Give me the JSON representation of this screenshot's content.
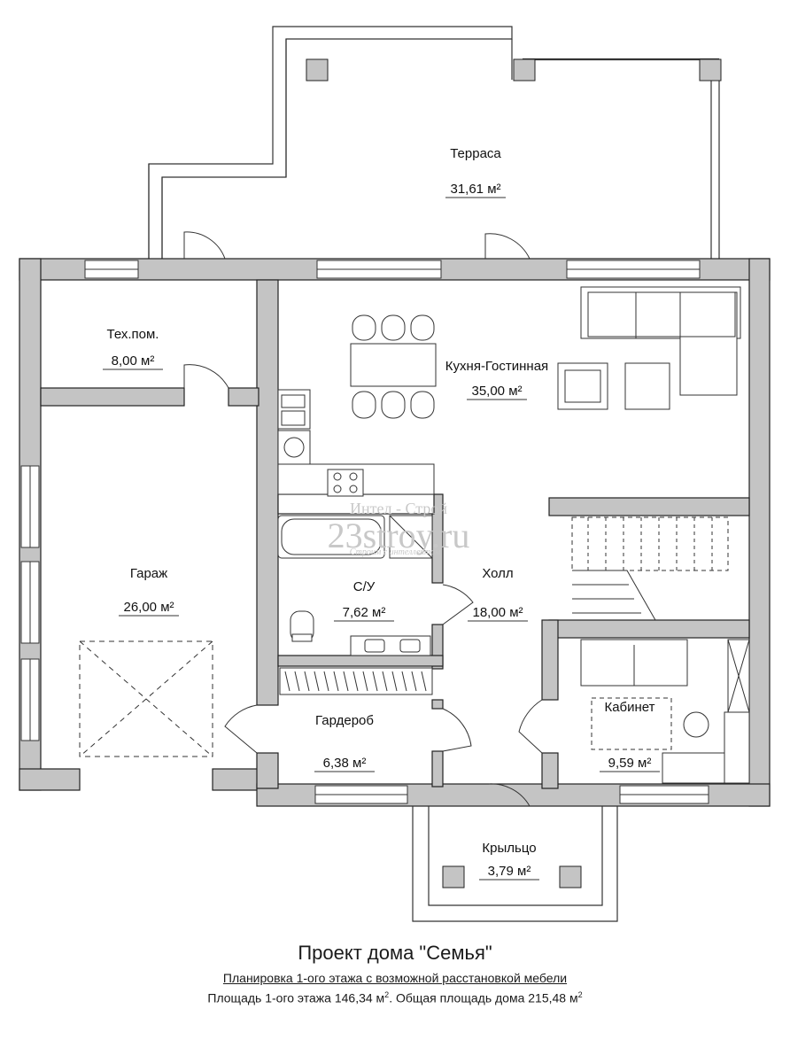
{
  "rooms": [
    {
      "id": "terrace",
      "name": "Терраса",
      "area": "31,61 м²"
    },
    {
      "id": "tech",
      "name": "Тех.пом.",
      "area": "8,00 м²"
    },
    {
      "id": "kitchen",
      "name": "Кухня-Гостинная",
      "area": "35,00 м²"
    },
    {
      "id": "garage",
      "name": "Гараж",
      "area": "26,00 м²"
    },
    {
      "id": "bathroom",
      "name": "С/У",
      "area": "7,62 м²"
    },
    {
      "id": "hall",
      "name": "Холл",
      "area": "18,00 м²"
    },
    {
      "id": "wardrobe",
      "name": "Гардероб",
      "area": "6,38 м²"
    },
    {
      "id": "office",
      "name": "Кабинет",
      "area": "9,59 м²"
    },
    {
      "id": "porch",
      "name": "Крыльцо",
      "area": "3,79 м²"
    }
  ],
  "watermark": {
    "line1": "Интел - Строй",
    "line2": "23stroy.ru",
    "line3": "Строим с интеллектом"
  },
  "caption": {
    "title": "Проект дома \"Семья\"",
    "subtitle": "Планировка 1-ого этажа с возможной расстановкой мебели",
    "area_line_a": "Площадь 1-ого этажа 146,34 м",
    "area_line_b": ". Общая площадь дома 215,48 м",
    "sup": "2"
  },
  "colors": {
    "wall_fill": "#c4c4c4",
    "wall_stroke": "#222222",
    "line": "#333333"
  }
}
